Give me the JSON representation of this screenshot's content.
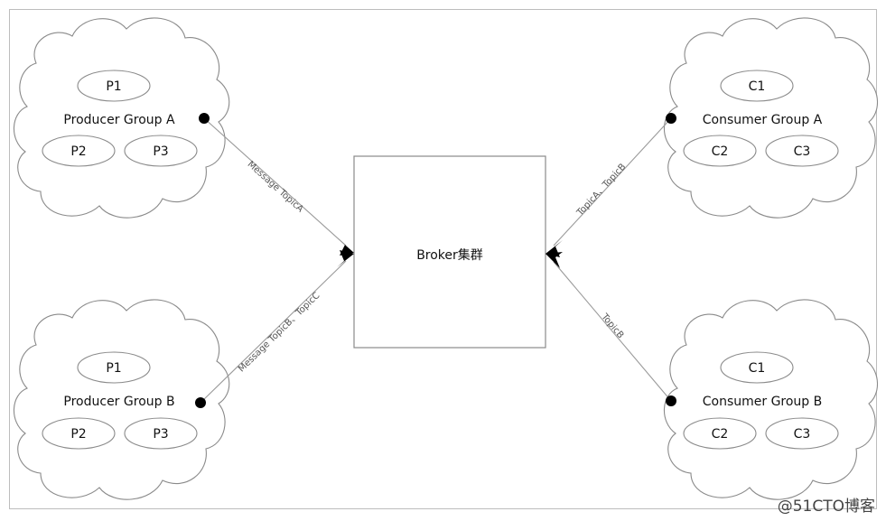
{
  "broker": {
    "label": "Broker集群"
  },
  "groups": {
    "producer_a": {
      "label": "Producer Group A",
      "members": [
        "P1",
        "P2",
        "P3"
      ]
    },
    "producer_b": {
      "label": "Producer Group B",
      "members": [
        "P1",
        "P2",
        "P3"
      ]
    },
    "consumer_a": {
      "label": "Consumer Group A",
      "members": [
        "C1",
        "C2",
        "C3"
      ]
    },
    "consumer_b": {
      "label": "Consumer Group B",
      "members": [
        "C1",
        "C2",
        "C3"
      ]
    }
  },
  "edges": {
    "producer_a": "Message TopicA",
    "producer_b": "Message TopicB、TopicC",
    "consumer_a": "TopicA、TopicB",
    "consumer_b": "TopicB"
  },
  "watermark": "@51CTO博客"
}
